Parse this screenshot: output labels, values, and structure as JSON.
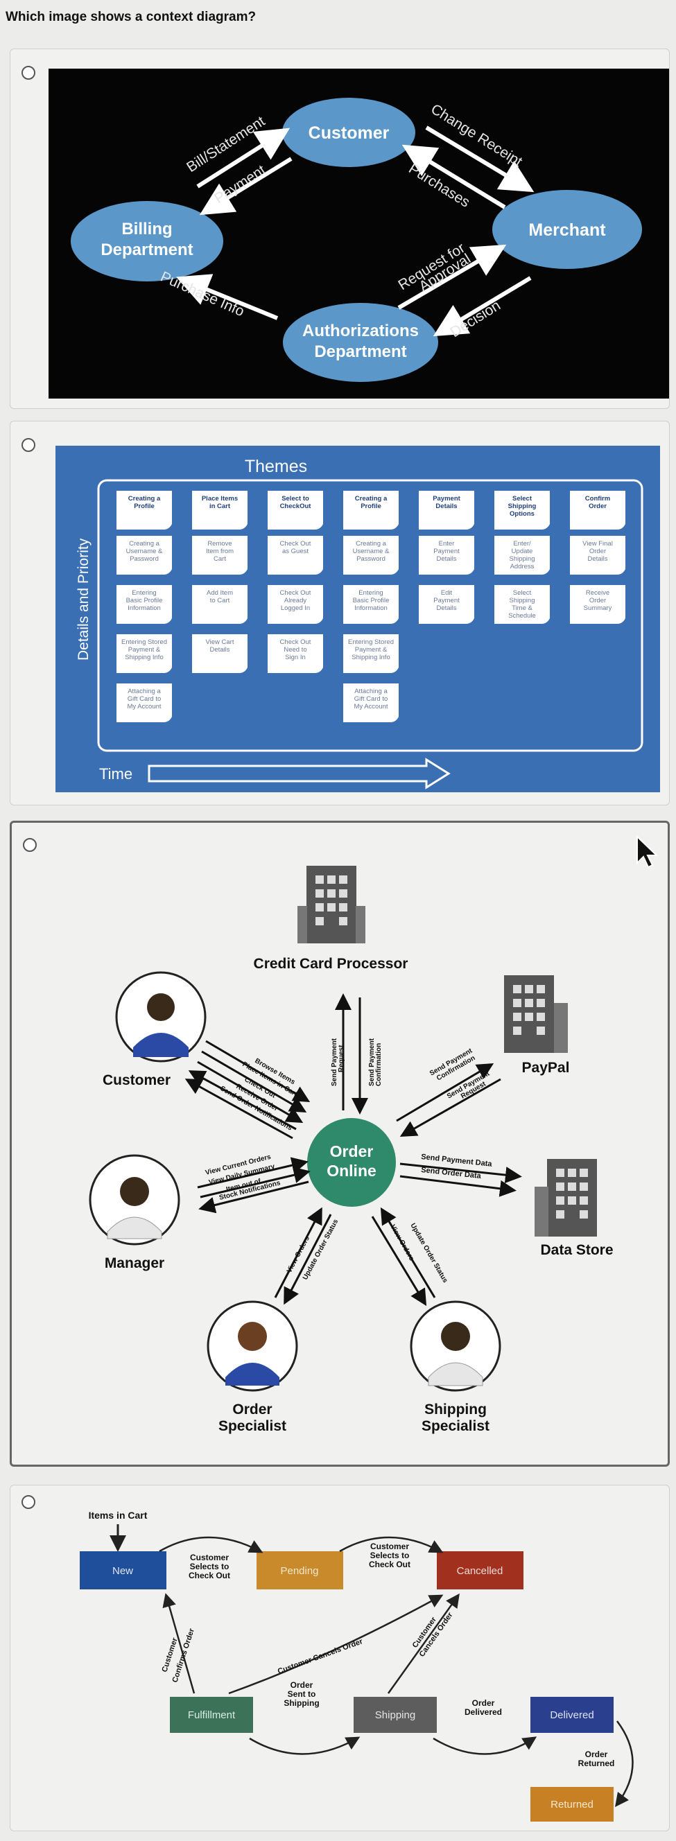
{
  "question": "Which image shows a context diagram?",
  "options": [
    {
      "id": "A",
      "nodes": {
        "customer": "Customer",
        "billing": [
          "Billing",
          "Department"
        ],
        "merchant": "Merchant",
        "authorizations": [
          "Authorizations",
          "Department"
        ]
      },
      "flows": {
        "bill_statement": "Bill/Statement",
        "payment": "Payment",
        "purchase_info": "Purchase Info",
        "change_receipt": "Change Receipt",
        "purchases": "Purchases",
        "request_for_approval": [
          "Request for",
          "Approval"
        ],
        "decision": "Decision"
      }
    },
    {
      "id": "B",
      "title": "Themes",
      "y_axis": "Details and Priority",
      "time_label": "Time",
      "columns": [
        {
          "header": [
            "Creating a",
            "Profile"
          ],
          "cards": [
            [
              "Creating a",
              "Username &",
              "Password"
            ],
            [
              "Entering",
              "Basic Profile",
              "Information"
            ],
            [
              "Entering Stored",
              "Payment &",
              "Shipping Info"
            ],
            [
              "Attaching a",
              "Gift Card to",
              "My Account"
            ]
          ]
        },
        {
          "header": [
            "Place Items",
            "in Cart"
          ],
          "cards": [
            [
              "Remove",
              "Item from",
              "Cart"
            ],
            [
              "Add Item",
              "to Cart"
            ],
            [
              "View Cart",
              "Details"
            ]
          ]
        },
        {
          "header": [
            "Select to",
            "CheckOut"
          ],
          "cards": [
            [
              "Check Out",
              "as Guest"
            ],
            [
              "Check Out",
              "Already",
              "Logged In"
            ],
            [
              "Check Out",
              "Need to",
              "Sign In"
            ]
          ]
        },
        {
          "header": [
            "Creating a",
            "Profile"
          ],
          "cards": [
            [
              "Creating a",
              "Username &",
              "Password"
            ],
            [
              "Entering",
              "Basic Profile",
              "Information"
            ],
            [
              "Entering Stored",
              "Payment &",
              "Shipping Info"
            ],
            [
              "Attaching a",
              "Gift Card to",
              "My Account"
            ]
          ]
        },
        {
          "header": [
            "Payment",
            "Details"
          ],
          "cards": [
            [
              "Enter",
              "Payment",
              "Details"
            ],
            [
              "Edit",
              "Payment",
              "Details"
            ]
          ]
        },
        {
          "header": [
            "Select",
            "Shipping",
            "Options"
          ],
          "cards": [
            [
              "Enter/",
              "Update",
              "Shipping",
              "Address"
            ],
            [
              "Select",
              "Shipping",
              "Time &",
              "Schedule"
            ]
          ]
        },
        {
          "header": [
            "Confirm",
            "Order"
          ],
          "cards": [
            [
              "View Final",
              "Order",
              "Details"
            ],
            [
              "Receive",
              "Order",
              "Summary"
            ]
          ]
        }
      ]
    },
    {
      "id": "C",
      "center": [
        "Order",
        "Online"
      ],
      "entities": {
        "credit": "Credit Card Processor",
        "paypal": "PayPal",
        "datastore": "Data Store",
        "customer": "Customer",
        "manager": "Manager",
        "order_spec": [
          "Order",
          "Specialist"
        ],
        "ship_spec": [
          "Shipping",
          "Specialist"
        ]
      },
      "flows": {
        "credit_out": [
          "Send Payment",
          "Request"
        ],
        "credit_in": [
          "Send Payment",
          "Confirmation"
        ],
        "paypal": [
          "Send Payment",
          "Confirmation",
          "Send Payment",
          "Request"
        ],
        "datastore": [
          "Send Payment Data",
          "Send Order Data"
        ],
        "customer": [
          "Browse Items",
          "Place Items in Cart",
          "Check Out",
          "Receive Order",
          "Send Order Notifications"
        ],
        "manager": [
          "View Current Orders",
          "View Daily Summary",
          "Item out of",
          "Stock Notifications"
        ],
        "order_spec": [
          "View Orders",
          "Update Order Status"
        ],
        "ship_spec": [
          "Update Order Status",
          "View Orders"
        ]
      }
    },
    {
      "id": "D",
      "start": "Items in Cart",
      "states": {
        "new": "New",
        "pending": "Pending",
        "cancelled": "Cancelled",
        "fulfillment": "Fulfillment",
        "shipping": "Shipping",
        "delivered": "Delivered",
        "returned": "Returned"
      },
      "transitions": {
        "new_pending": [
          "Customer",
          "Selects to",
          "Check Out"
        ],
        "pending_cancelled": [
          "Customer",
          "Selects to",
          "Check Out"
        ],
        "new_fulfillment": [
          "Customer",
          "Confirms Order"
        ],
        "cancel_long": "Customer Cancels Order",
        "cancel_short": [
          "Customer",
          "Cancels Order"
        ],
        "fulfillment_shipping": [
          "Order",
          "Sent to",
          "Shipping"
        ],
        "shipping_delivered": [
          "Order",
          "Delivered"
        ],
        "delivered_returned": [
          "Order",
          "Returned"
        ]
      }
    }
  ],
  "colors": {
    "blue_node": "#5b97c8",
    "theme_blue": "#3a6fb3",
    "green": "#2f8a6b",
    "new_blue": "#1f4f9a",
    "pending": "#c98a2c",
    "cancelled": "#a2301e",
    "fulfillment": "#3c7258",
    "shipping": "#5d5d5d",
    "delivered": "#2b3f8f",
    "returned": "#c88024"
  }
}
